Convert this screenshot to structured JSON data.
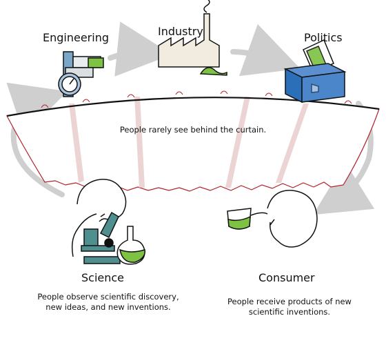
{
  "stages": {
    "engineering": {
      "label": "Engineering",
      "icon": "caliper-gauge-icon"
    },
    "industry": {
      "label": "Industry",
      "icon": "factory-icon"
    },
    "politics": {
      "label": "Politics",
      "icon": "ballot-box-icon"
    },
    "science": {
      "label": "Science",
      "icon": "scientist-microscope-icon",
      "description": "People observe scientific discovery, new ideas, and new inventions."
    },
    "consumer": {
      "label": "Consumer",
      "icon": "person-drinking-icon",
      "description": "People receive products of new scientific inventions."
    }
  },
  "curtain": {
    "text": "People rarely see behind the curtain."
  },
  "colors": {
    "arrow": "#cfcfcf",
    "curtain_edge": "#b3202a",
    "curtain_fold": "#e9c9c9",
    "chemical_green": "#7dc242",
    "ballot_blue": "#2a6fb8",
    "equipment_teal": "#4f8f8f"
  }
}
